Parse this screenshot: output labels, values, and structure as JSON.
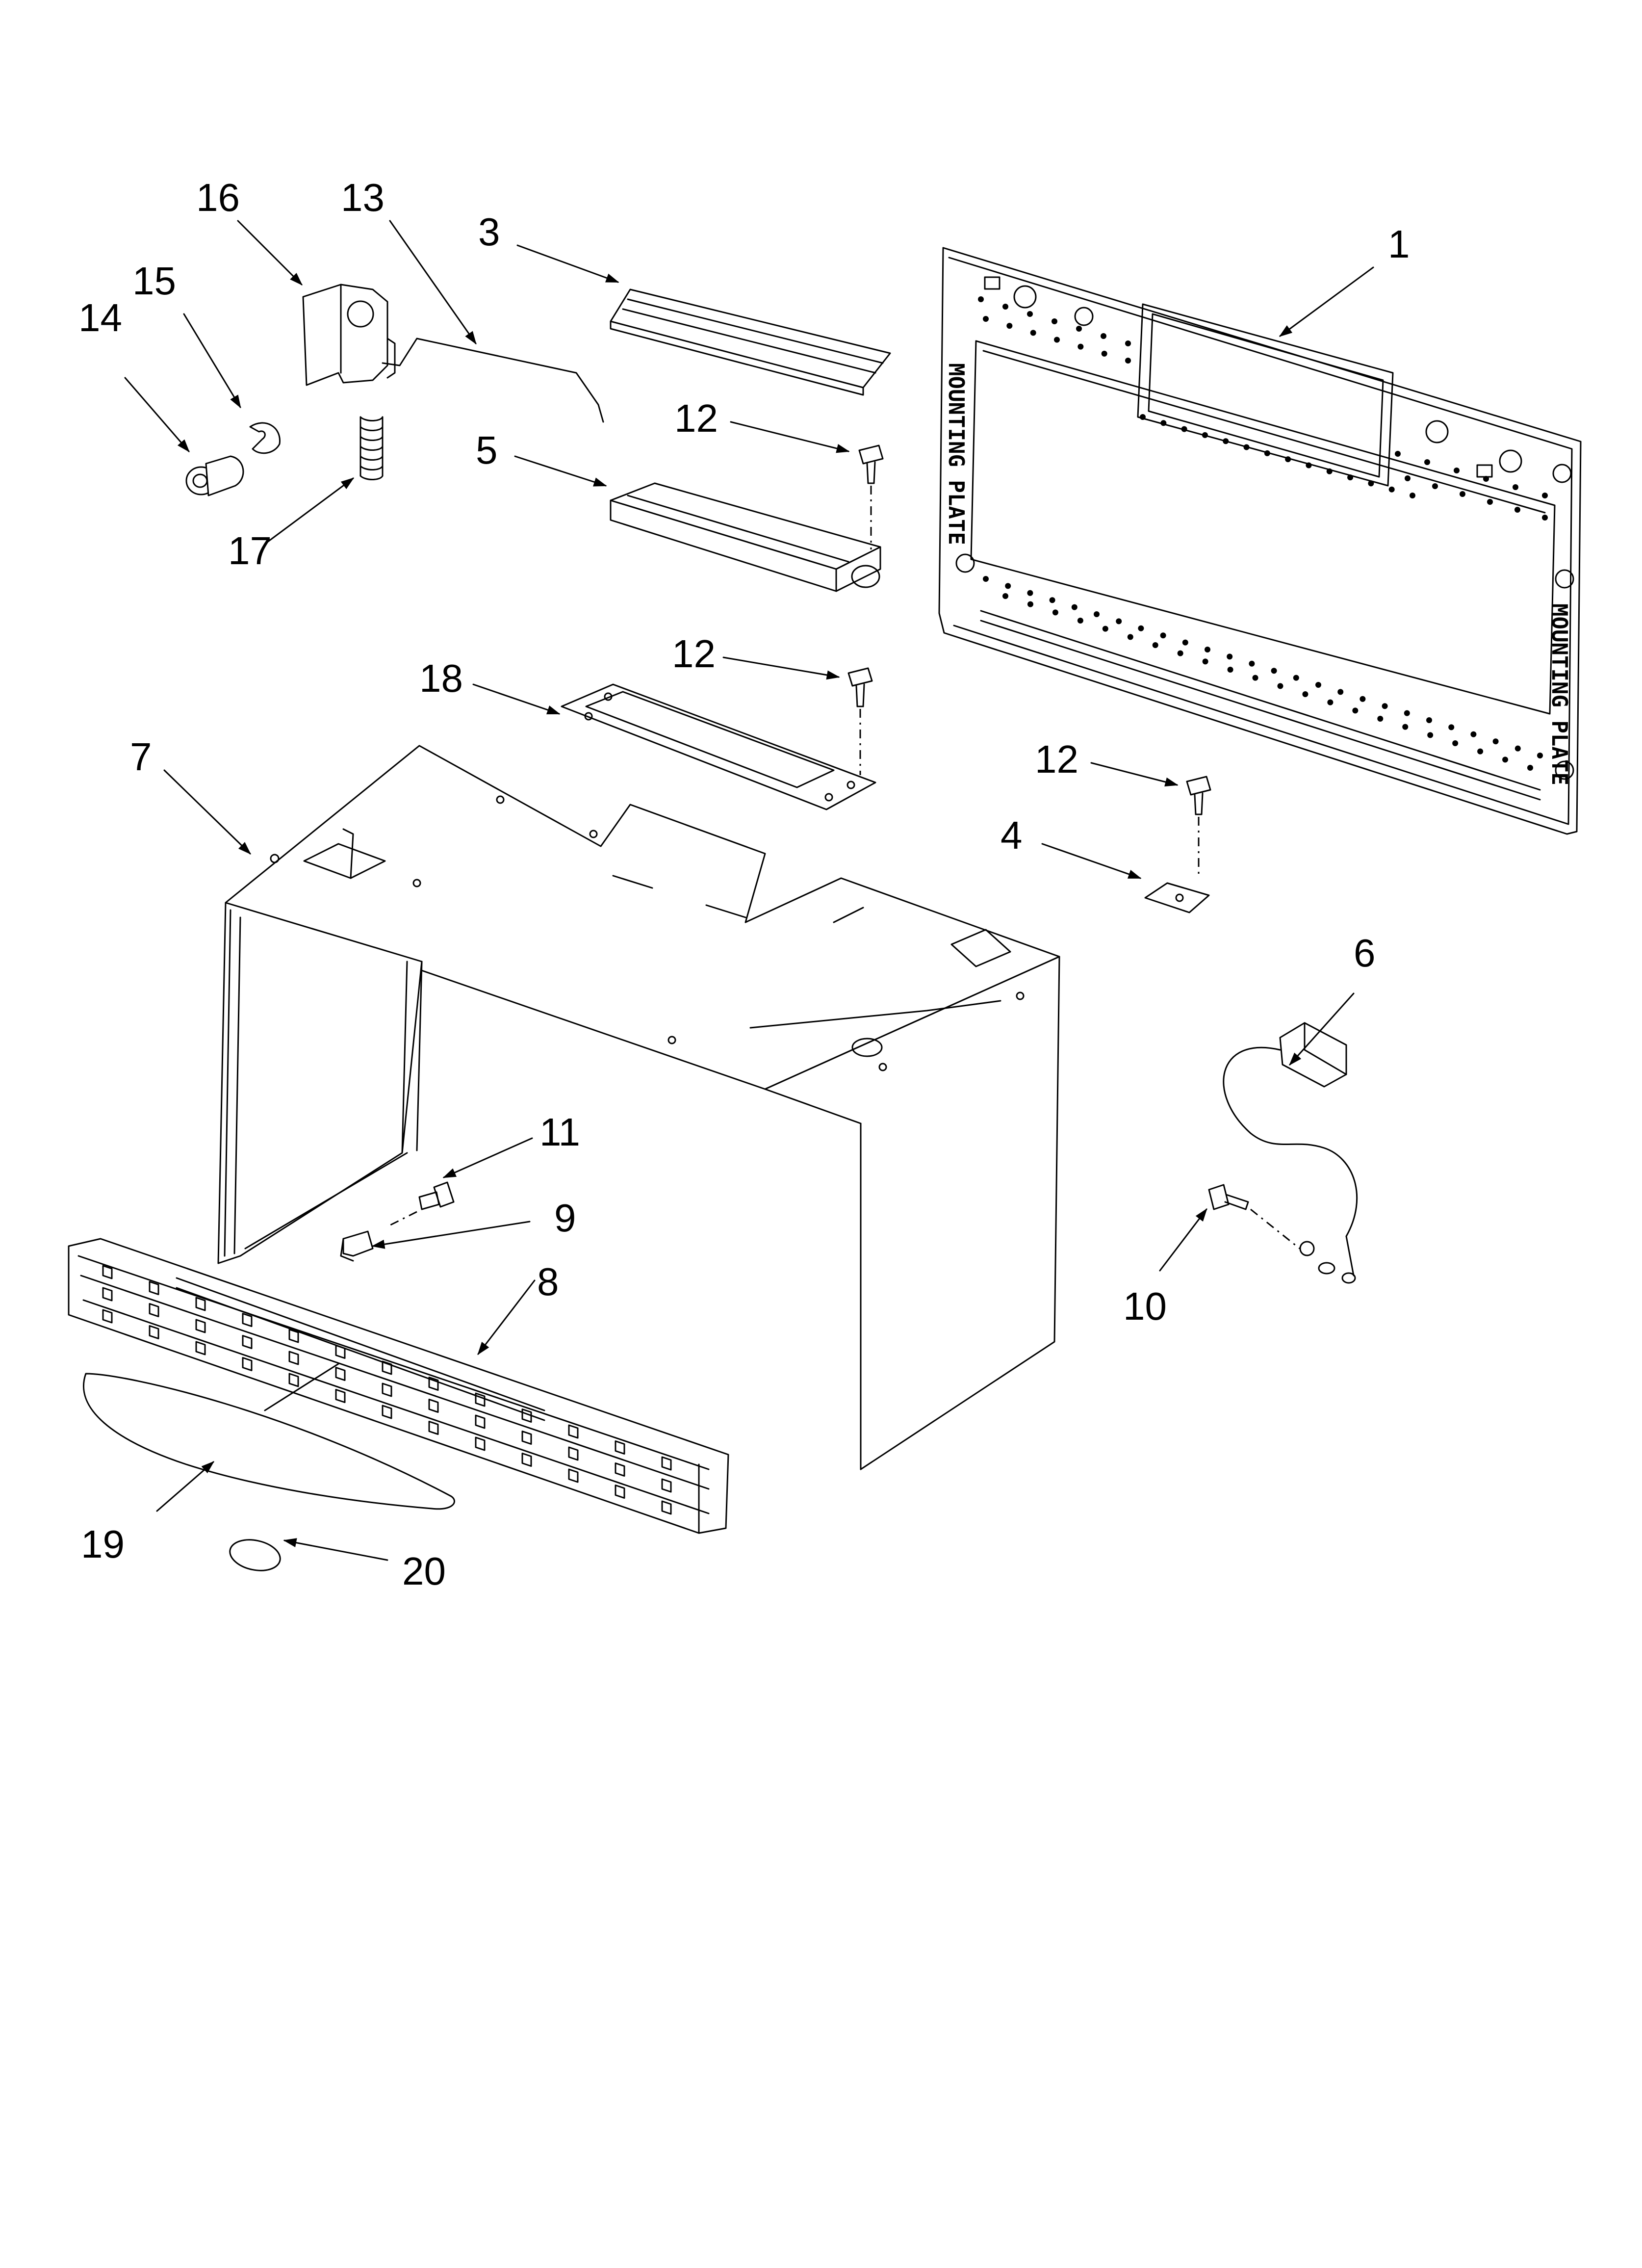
{
  "callouts": [
    {
      "id": "c1",
      "label": "1"
    },
    {
      "id": "c3",
      "label": "3"
    },
    {
      "id": "c4",
      "label": "4"
    },
    {
      "id": "c5",
      "label": "5"
    },
    {
      "id": "c6",
      "label": "6"
    },
    {
      "id": "c7",
      "label": "7"
    },
    {
      "id": "c8",
      "label": "8"
    },
    {
      "id": "c9",
      "label": "9"
    },
    {
      "id": "c10",
      "label": "10"
    },
    {
      "id": "c11",
      "label": "11"
    },
    {
      "id": "c12a",
      "label": "12"
    },
    {
      "id": "c12b",
      "label": "12"
    },
    {
      "id": "c12c",
      "label": "12"
    },
    {
      "id": "c13",
      "label": "13"
    },
    {
      "id": "c14",
      "label": "14"
    },
    {
      "id": "c15",
      "label": "15"
    },
    {
      "id": "c16",
      "label": "16"
    },
    {
      "id": "c17",
      "label": "17"
    },
    {
      "id": "c18",
      "label": "18"
    },
    {
      "id": "c19",
      "label": "19"
    },
    {
      "id": "c20",
      "label": "20"
    }
  ],
  "plate_text": {
    "side_label": "MOUNTING PLATE",
    "lower_label": "MOUNTING PLATE"
  }
}
